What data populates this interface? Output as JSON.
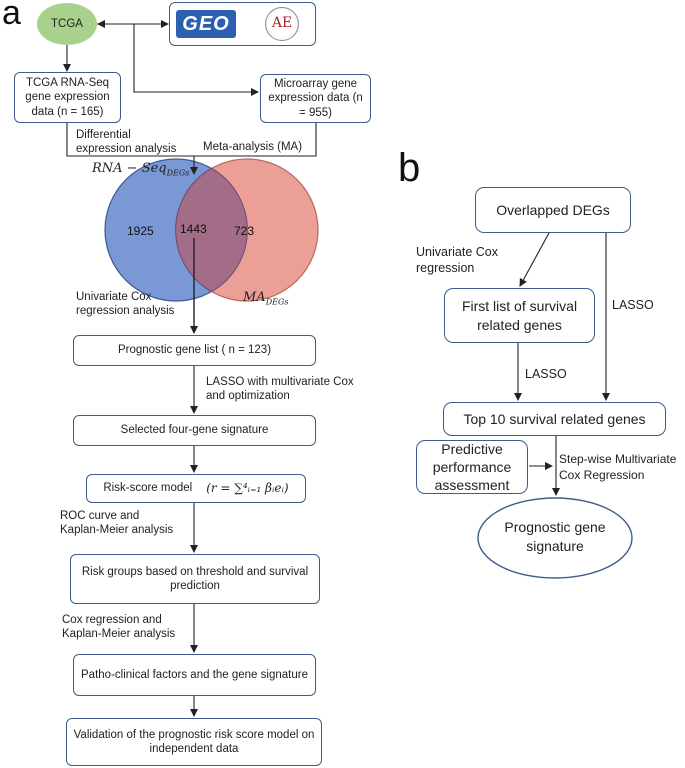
{
  "panel_a": {
    "letter": "a",
    "tcga": "TCGA",
    "logos": {
      "geo": "GEO",
      "ae": "AE"
    },
    "rnaseq_box": "TCGA RNA-Seq gene expression data (n = 165)",
    "microarray_box": "Microarray gene expression  data  (n = 955)",
    "diff_label": "Differential expression analysis",
    "meta_label": "Meta-analysis (MA)",
    "venn": {
      "left_title_main": "RNA − Seq",
      "left_title_sub": "DEGs",
      "right_title_main": "MA",
      "right_title_sub": "DEGs",
      "left_only": "1925",
      "overlap": "1443",
      "right_only": "723",
      "left_color": "#6f8fd0",
      "right_color": "#e89289"
    },
    "uni_cox_label": "Univariate Cox regression analysis",
    "prognostic_box": "Prognostic gene list ( n = 123)",
    "lasso_label": "LASSO with multivariate Cox and optimization",
    "four_gene_box": "Selected four-gene signature",
    "risk_model_text": "Risk-score model",
    "risk_formula": "(r = ∑⁴ᵢ₌₁ βᵢeᵢ)",
    "roc_label": "ROC curve and Kaplan-Meier analysis",
    "risk_groups_box": "Risk groups based on threshold and survival prediction",
    "cox_km_label": "Cox regression and Kaplan-Meier analysis",
    "patho_box": "Patho-clinical factors and the gene signature",
    "validation_box": "Validation of the prognostic risk score model on independent data"
  },
  "panel_b": {
    "letter": "b",
    "overlapped": "Overlapped DEGs",
    "uni_cox_label": "Univariate Cox regression",
    "first_list": "First list of survival related genes",
    "lasso_right": "LASSO",
    "lasso_mid": "LASSO",
    "top10": "Top 10 survival related genes",
    "predictive": "Predictive performance assessment",
    "stepwise_label": "Step-wise Multivariate Cox Regression",
    "prognostic_sig": "Prognostic gene signature"
  },
  "colors": {
    "border": "#3f5c8c",
    "tcga_fill": "#a9d18e",
    "line": "#222222"
  }
}
